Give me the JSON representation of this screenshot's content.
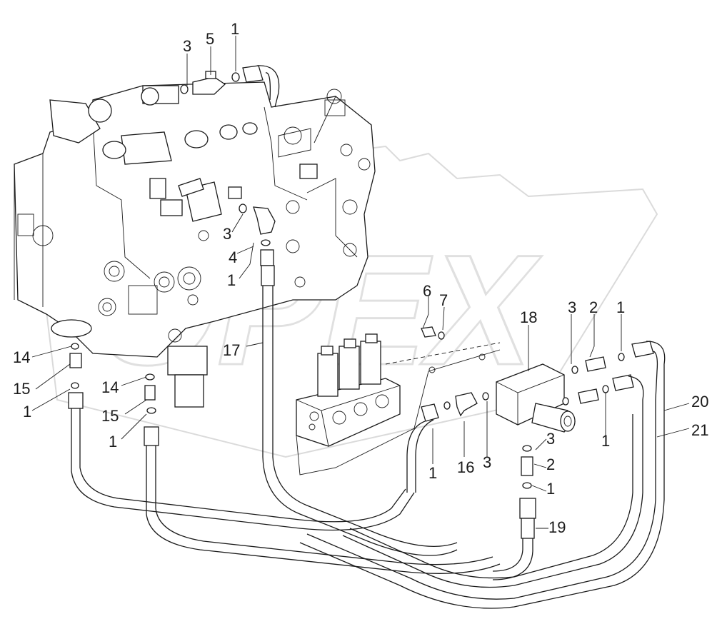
{
  "diagram": {
    "callouts": [
      {
        "id": "c1",
        "text": "3"
      },
      {
        "id": "c2",
        "text": "5"
      },
      {
        "id": "c3",
        "text": "1"
      },
      {
        "id": "c4",
        "text": "3"
      },
      {
        "id": "c5",
        "text": "4"
      },
      {
        "id": "c6",
        "text": "1"
      },
      {
        "id": "c7",
        "text": "6"
      },
      {
        "id": "c8",
        "text": "7"
      },
      {
        "id": "c9",
        "text": "18"
      },
      {
        "id": "c10",
        "text": "3"
      },
      {
        "id": "c11",
        "text": "2"
      },
      {
        "id": "c12",
        "text": "1"
      },
      {
        "id": "c13",
        "text": "14"
      },
      {
        "id": "c14",
        "text": "15"
      },
      {
        "id": "c15",
        "text": "1"
      },
      {
        "id": "c16",
        "text": "14"
      },
      {
        "id": "c17",
        "text": "15"
      },
      {
        "id": "c18",
        "text": "1"
      },
      {
        "id": "c19",
        "text": "17"
      },
      {
        "id": "c20",
        "text": "1"
      },
      {
        "id": "c21",
        "text": "16"
      },
      {
        "id": "c22",
        "text": "3"
      },
      {
        "id": "c23",
        "text": "3"
      },
      {
        "id": "c24",
        "text": "2"
      },
      {
        "id": "c25",
        "text": "1"
      },
      {
        "id": "c26",
        "text": "19"
      },
      {
        "id": "c27",
        "text": "1"
      },
      {
        "id": "c28",
        "text": "20"
      },
      {
        "id": "c29",
        "text": "21"
      }
    ],
    "watermark_text": "OPEX"
  }
}
